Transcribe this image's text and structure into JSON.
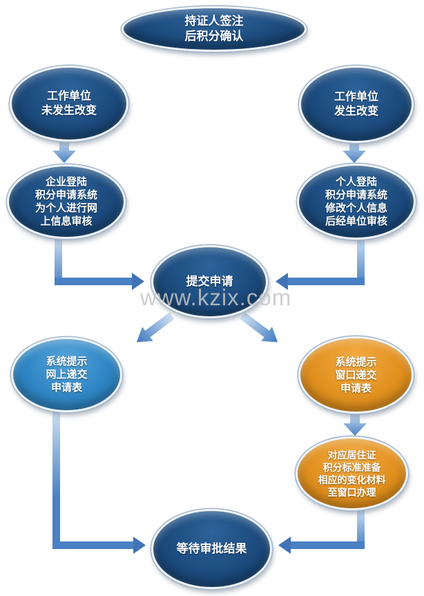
{
  "diagram": {
    "watermark": "www.kzix.com",
    "nodes": {
      "start": "持证人签注\n后积分确认",
      "work_unchanged": "工作单位\n未发生改变",
      "work_changed": "工作单位\n发生改变",
      "enterprise_login": "企业登陆\n积分申请系统\n为个人进行网\n上信息审核",
      "personal_login": "个人登陆\n积分申请系统\n修改个人信息\n后经单位审核",
      "submit": "提交申请",
      "online_submit": "系统提示\n网上递交\n申请表",
      "window_submit": "系统提示\n窗口递交\n申请表",
      "prepare_materials": "对应居住证\n积分标准准备\n相应的变化材料\n至窗口办理",
      "wait_result": "等待审批结果"
    },
    "colors": {
      "navy": "#1c4b7e",
      "light_blue": "#2f86c4",
      "orange": "#e2911f",
      "arrow_blue": "#4a80c4",
      "watermark_gray": "#c6c6c6"
    }
  }
}
